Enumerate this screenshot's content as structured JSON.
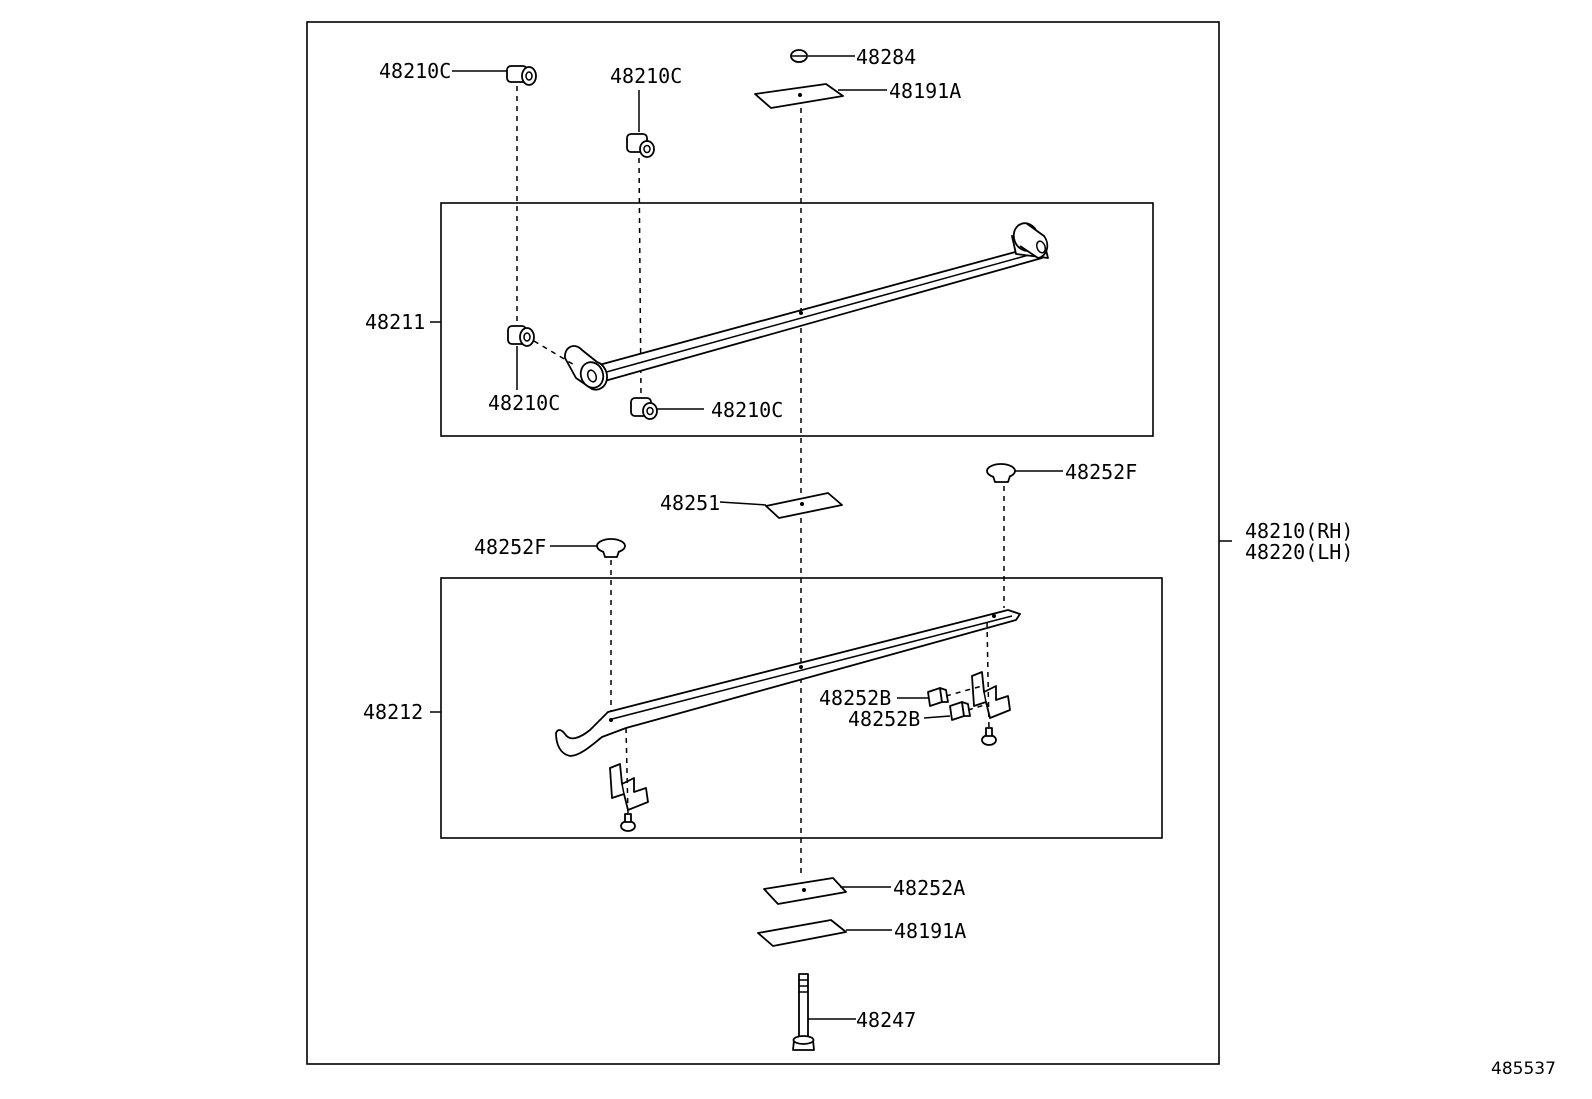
{
  "labels": {
    "bushing_top_left": "48210C",
    "bushing_top_mid": "48210C",
    "nut": "48284",
    "plate_top": "48191A",
    "leaf_main": "48211",
    "bushing_eye_left": "48210C",
    "bushing_eye_bottom": "48210C",
    "silencer_right": "48252F",
    "insert": "48251",
    "silencer_left": "48252F",
    "assembly_rh": "48210(RH)",
    "assembly_lh": "48220(LH)",
    "leaf_second": "48212",
    "clip_upper": "48252B",
    "clip_lower": "48252B",
    "spacer_bottom": "48252A",
    "plate_bottom": "48191A",
    "center_bolt": "48247",
    "diagram_number": "485537"
  }
}
